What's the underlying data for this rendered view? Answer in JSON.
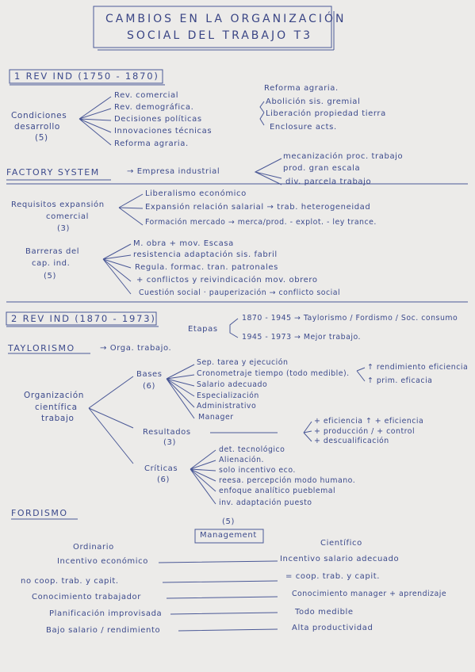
{
  "title": {
    "line1": "CAMBIOS EN LA ORGANIZACIÓN",
    "line2": "SOCIAL DEL TRABAJO T3"
  },
  "rev1": {
    "heading": "1 REV IND (1750 - 1870)",
    "conditions": {
      "label1": "Condiciones",
      "label2": "desarrollo",
      "label3": "(5)",
      "items": [
        "Rev. comercial",
        "Rev. demográfica.",
        "Decisiones políticas",
        "Innovaciones técnicas",
        "Reforma agraria."
      ]
    },
    "reforma": {
      "title": "Reforma agraria.",
      "items": [
        "Abolición sis. gremial",
        "Liberación propiedad tierra",
        "Enclosure acts."
      ]
    }
  },
  "factory": {
    "heading": "FACTORY SYSTEM",
    "arrow_text": "→ Empresa industrial",
    "items": [
      "mecanización proc. trabajo",
      "prod. gran escala",
      "div. parcela trabajo"
    ]
  },
  "requisitos": {
    "label1": "Requisitos expansión",
    "label2": "comercial",
    "label3": "(3)",
    "items": [
      "Liberalismo económico",
      "Expansión relación salarial → trab. heterogeneidad",
      "Formación mercado → merca/prod. - explot. - ley trance."
    ]
  },
  "barreras": {
    "label1": "Barreras del",
    "label2": "cap. ind.",
    "label3": "(5)",
    "items": [
      "M. obra + mov. Escasa",
      "resistencia adaptación sis. fabril",
      "Regula. formac. tran. patronales",
      "+ conflictos y reivindicación mov. obrero",
      "Cuestión social · pauperización → conflicto social"
    ]
  },
  "rev2": {
    "heading": "2 REV IND (1870 - 1973)",
    "etapas_label": "Etapas",
    "etapas": [
      "1870 - 1945 → Taylorismo / Fordismo / Soc. consumo",
      "1945 - 1973 → Mejor trabajo."
    ]
  },
  "taylorismo": {
    "heading": "TAYLORISMO",
    "arrow_text": "→ Orga. trabajo.",
    "root": {
      "label1": "Organización",
      "label2": "científica",
      "label3": "trabajo"
    },
    "bases": {
      "label": "Bases",
      "count": "(6)",
      "items": [
        "Sep. tarea y ejecución",
        "Cronometraje tiempo (todo medible).",
        "Salario adecuado",
        "Especialización",
        "Administrativo",
        "Manager"
      ],
      "sub": [
        "↑ rendimiento eficiencia",
        "↑ prim. eficacia"
      ]
    },
    "resultados": {
      "label": "Resultados",
      "count": "(3)",
      "items": [
        "+ eficiencia ↑ + eficiencia",
        "+ producción / + control",
        "+ descualificación"
      ]
    },
    "criticas": {
      "label": "Críticas",
      "count": "(6)",
      "items": [
        "det. tecnológico",
        "Alienación.",
        "solo incentivo eco.",
        "reesa. percepción modo humano.",
        "enfoque analítico pueblemal",
        "inv. adaptación puesto"
      ]
    }
  },
  "fordismo": {
    "heading": "FORDISMO",
    "count": "(5)",
    "box": "Management",
    "col_left": "Ordinario",
    "col_right": "Científico",
    "rows": [
      {
        "left": "Incentivo económico",
        "right": "Incentivo salario adecuado"
      },
      {
        "left": "no coop. trab. y capit.",
        "right": "= coop. trab. y capit."
      },
      {
        "left": "Conocimiento trabajador",
        "right": "Conocimiento manager + aprendizaje"
      },
      {
        "left": "Planificación improvisada",
        "right": "Todo medible"
      },
      {
        "left": "Bajo salario / rendimiento",
        "right": "Alta productividad"
      }
    ]
  }
}
